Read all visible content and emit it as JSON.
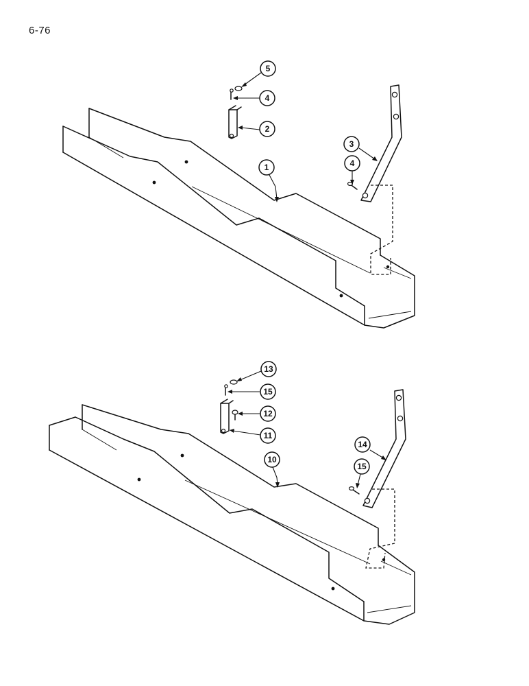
{
  "page": {
    "number": "6-76"
  },
  "callouts_upper": [
    {
      "id": "callout-5",
      "label": "5"
    },
    {
      "id": "callout-4a",
      "label": "4"
    },
    {
      "id": "callout-2",
      "label": "2"
    },
    {
      "id": "callout-3",
      "label": "3"
    },
    {
      "id": "callout-4b",
      "label": "4"
    },
    {
      "id": "callout-1",
      "label": "1"
    }
  ],
  "callouts_lower": [
    {
      "id": "callout-13",
      "label": "13"
    },
    {
      "id": "callout-15a",
      "label": "15"
    },
    {
      "id": "callout-12",
      "label": "12"
    },
    {
      "id": "callout-11",
      "label": "11"
    },
    {
      "id": "callout-14",
      "label": "14"
    },
    {
      "id": "callout-15b",
      "label": "15"
    },
    {
      "id": "callout-10",
      "label": "10"
    }
  ]
}
